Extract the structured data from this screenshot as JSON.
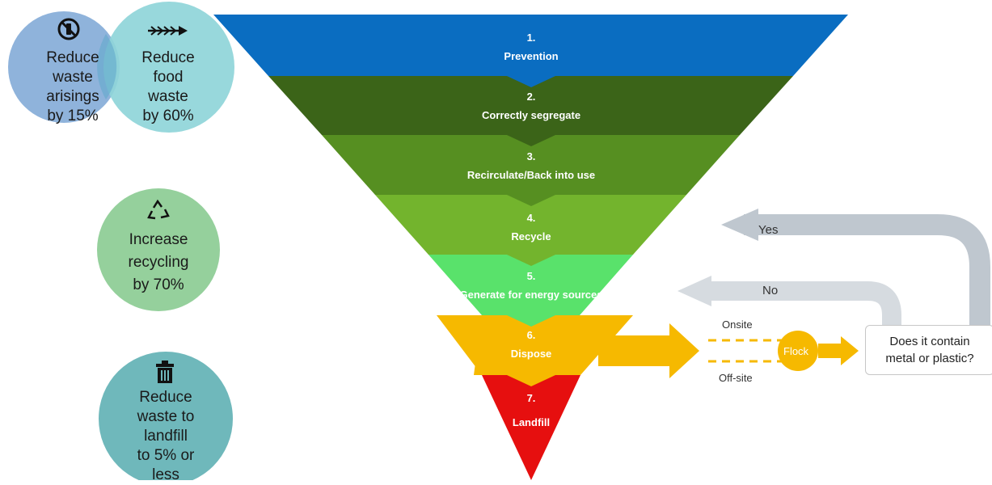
{
  "targets": [
    {
      "icon": "no-littering-icon",
      "label": "Reduce waste arisings by 15%",
      "lines": [
        "Reduce",
        "waste",
        "arisings",
        "by 15%"
      ],
      "color": "#8fb3db"
    },
    {
      "icon": "fish-bone-icon",
      "label": "Reduce food waste by 60%",
      "lines": [
        "Reduce",
        "food",
        "waste",
        "by 60%"
      ],
      "color": "#8fd5d9"
    },
    {
      "icon": "recycle-icon",
      "label": "Increase recycling by 70%",
      "lines": [
        "Increase",
        "recycling",
        "by 70%"
      ],
      "color": "#95d09c"
    },
    {
      "icon": "trash-bin-icon",
      "label": "Reduce waste to landfill to 5% or less",
      "lines": [
        "Reduce",
        "waste to",
        "landfill",
        "to 5% or",
        "less"
      ],
      "color": "#6fb8bb"
    }
  ],
  "hierarchy": [
    {
      "number": "1.",
      "label": "Prevention",
      "color": "#0a6dc1"
    },
    {
      "number": "2.",
      "label": "Correctly segregate",
      "color": "#3b6418"
    },
    {
      "number": "3.",
      "label": "Recirculate/Back into use",
      "color": "#568f21"
    },
    {
      "number": "4.",
      "label": "Recycle",
      "color": "#73b42d"
    },
    {
      "number": "5.",
      "label": "Generate for energy sources",
      "color": "#59e26b"
    },
    {
      "number": "6.",
      "label": "Dispose",
      "color": "#f6b900"
    },
    {
      "number": "7.",
      "label": "Landfill",
      "color": "#e60f0f"
    }
  ],
  "flow": {
    "onsite": "Onsite",
    "offsite": "Off-site",
    "node": "Flock",
    "question_lines": [
      "Does it contain",
      "metal or plastic?"
    ],
    "yes": "Yes",
    "no": "No",
    "arrow_color": "#f6b900",
    "return_arrow_color": "#bfc7cf"
  }
}
